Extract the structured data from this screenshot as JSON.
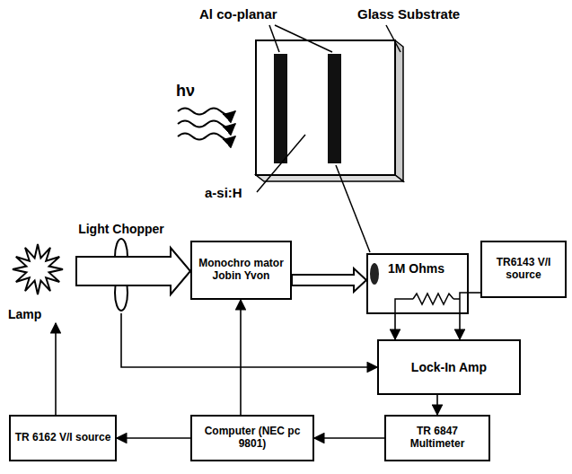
{
  "diagram": {
    "nodes": [
      {
        "text": [
          "Lamp"
        ]
      },
      {
        "text": [
          "Light Chopper"
        ]
      },
      {
        "text": [
          "Monochro mator Jobin Yvon"
        ]
      },
      {
        "text": [
          "1M Ohms"
        ]
      },
      {
        "text": [
          "TR6143 V/I source"
        ]
      },
      {
        "text": [
          "Lock-In Amp"
        ]
      },
      {
        "text": [
          "TR 6847 Multimeter"
        ]
      },
      {
        "text": [
          "Computer (NEC pc 9801)"
        ]
      },
      {
        "text": [
          "TR 6162 V/I source"
        ]
      }
    ],
    "edges": [
      {
        "from": 0,
        "to": 2,
        "arrow": "to"
      },
      {
        "from": 1,
        "to": 5,
        "arrow": "to"
      },
      {
        "from": 2,
        "to": 3,
        "arrow": "to"
      },
      {
        "from": 3,
        "to": 4,
        "arrow": "none"
      },
      {
        "from": 3,
        "to": 5,
        "arrow": "to"
      },
      {
        "from": 3,
        "to": 5,
        "arrow": "to"
      },
      {
        "from": 5,
        "to": 6,
        "arrow": "to"
      },
      {
        "from": 6,
        "to": 7,
        "arrow": "to"
      },
      {
        "from": 7,
        "to": 8,
        "arrow": "to"
      },
      {
        "from": 8,
        "to": 0,
        "arrow": "to"
      },
      {
        "from": 7,
        "to": 2,
        "arrow": "to"
      }
    ],
    "labels": [
      "Al co-planar",
      "Glass Substrate",
      "hν",
      "a-si:H"
    ]
  }
}
